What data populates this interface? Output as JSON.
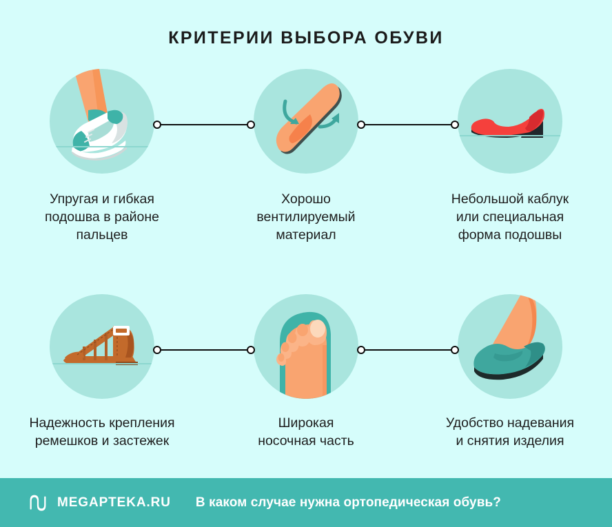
{
  "title": "КРИТЕРИИ ВЫБОРА ОБУВИ",
  "colors": {
    "page_background": "#d6fdfb",
    "circle_background": "#a9e5de",
    "footer_background": "#43b8b0",
    "text": "#1d1d1d",
    "connector": "#0d0d0d",
    "skin": "#f9a470",
    "teal_accent": "#3fb3a8",
    "red_shoe": "#f5403c",
    "brown_sandal": "#c36a2b"
  },
  "steps": [
    {
      "icon": "sneaker-flexing-foot-icon",
      "caption": "Упругая и гибкая\nподошва в районе\nпальцев"
    },
    {
      "icon": "ventilated-insole-airflow-icon",
      "caption": "Хорошо\nвентилируемый\nматериал"
    },
    {
      "icon": "red-flat-shoe-low-heel-icon",
      "caption": "Небольшой каблук\nили специальная\nформа подошвы"
    },
    {
      "icon": "gladiator-sandal-straps-buckle-icon",
      "caption": "Надежность крепления\nремешков и застежек"
    },
    {
      "icon": "foot-toes-top-view-icon",
      "caption": "Широкая\nносочная часть"
    },
    {
      "icon": "foot-slipping-into-shoe-icon",
      "caption": "Удобство надевания\nи снятия изделия"
    }
  ],
  "footer": {
    "logo_icon": "megapteka-m-logo-icon",
    "brand": "MEGAPTEKA.RU",
    "question": "В каком случае нужна ортопедическая обувь?"
  }
}
